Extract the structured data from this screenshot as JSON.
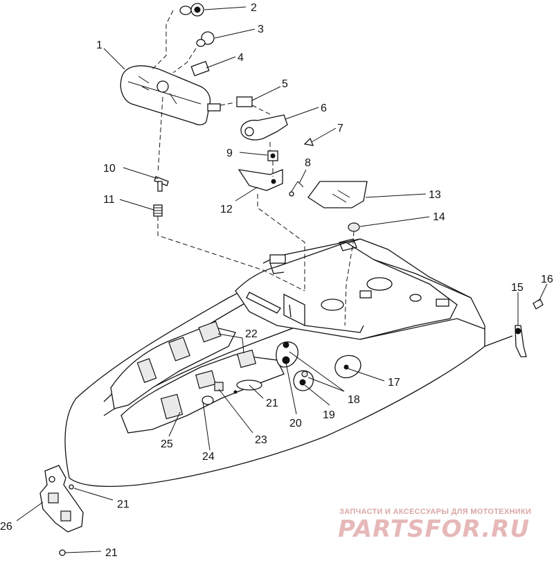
{
  "diagram": {
    "part_labels": [
      "1",
      "2",
      "3",
      "4",
      "5",
      "6",
      "7",
      "8",
      "9",
      "10",
      "11",
      "12",
      "13",
      "14",
      "15",
      "16",
      "17",
      "18",
      "19",
      "20",
      "21",
      "21",
      "22",
      "23",
      "24",
      "25",
      "26",
      "21",
      "21"
    ]
  },
  "watermark": {
    "tagline": "ЗАПЧАСТИ И АКСЕССУАРЫ ДЛЯ МОТОТЕХНИКИ",
    "logo": "PARTSFOR.RU"
  }
}
